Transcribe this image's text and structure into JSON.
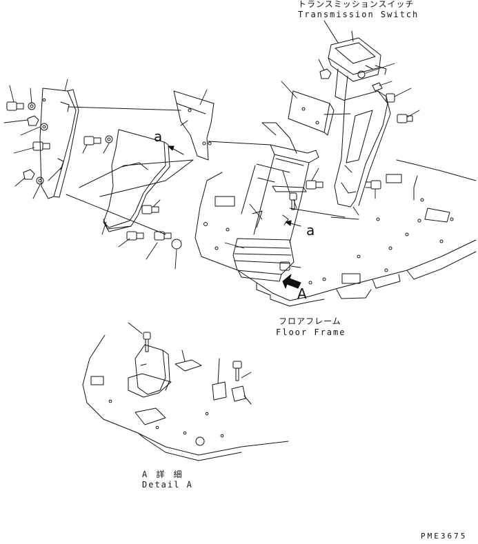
{
  "labels": {
    "transmission_switch_jp": "トランスミッションスイッチ",
    "transmission_switch_en": "Transmission Switch",
    "marker_a_upper": "a",
    "marker_a_right": "a",
    "view_marker": "A",
    "floor_frame_jp": "フロアフレーム",
    "floor_frame_en": "Floor Frame",
    "detail_jp": "A 詳 細",
    "detail_en": "Detail A",
    "drawing_code": "PME3675"
  },
  "colors": {
    "line": "#111111",
    "background": "#ffffff"
  }
}
